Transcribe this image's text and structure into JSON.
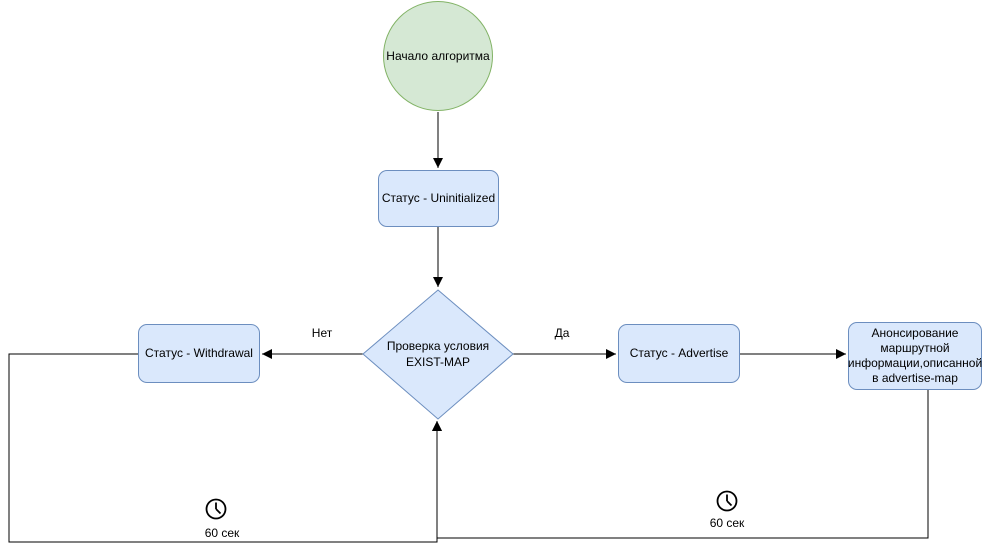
{
  "diagram": {
    "type": "flowchart",
    "nodes": {
      "start": {
        "label": "Начало алгоритма",
        "shape": "circle"
      },
      "uninitialized": {
        "label": "Статус - Uninitialized",
        "shape": "rounded-rect"
      },
      "decision": {
        "label": "Проверка условия EXIST-MAP",
        "shape": "diamond"
      },
      "withdrawal": {
        "label": "Статус - Withdrawal",
        "shape": "rounded-rect"
      },
      "advertise": {
        "label": "Статус - Advertise",
        "shape": "rounded-rect"
      },
      "advertise_map": {
        "label": "Анонсирование маршрутной информации,описанной в advertise-map",
        "shape": "rounded-rect"
      }
    },
    "edges": {
      "no_label": "Нет",
      "yes_label": "Да"
    },
    "timers": {
      "left": {
        "label": "60 сек",
        "icon": "clock-icon"
      },
      "right": {
        "label": "60 сек",
        "icon": "clock-icon"
      }
    },
    "colors": {
      "start_fill": "#d5e8d4",
      "start_stroke": "#82b366",
      "node_fill": "#dae8fc",
      "node_stroke": "#6c8ebf",
      "line": "#000000",
      "text": "#000000",
      "background": "#ffffff"
    }
  }
}
